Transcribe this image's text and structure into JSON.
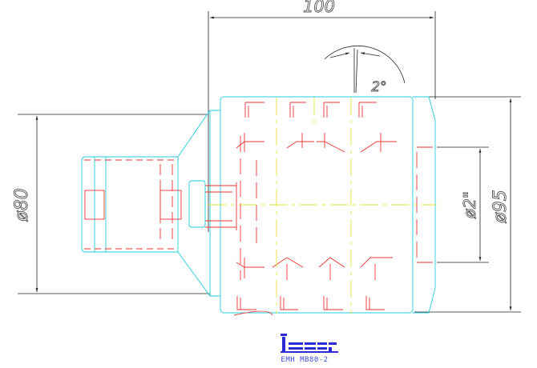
{
  "dimensions": {
    "length": "100",
    "angle": "2°",
    "shank_diameter": "ø80",
    "body_diameter": "ø95",
    "bore_diameter": "ø2\""
  },
  "logo": {
    "text": "iscar"
  },
  "part_number": "EMH MB80-2",
  "colors": {
    "outline": "#22ccdd",
    "hidden_lines": "#ee3333",
    "center_lines": "#e6e633",
    "dimension_lines": "#222222",
    "logo": "#2b2bd6"
  }
}
